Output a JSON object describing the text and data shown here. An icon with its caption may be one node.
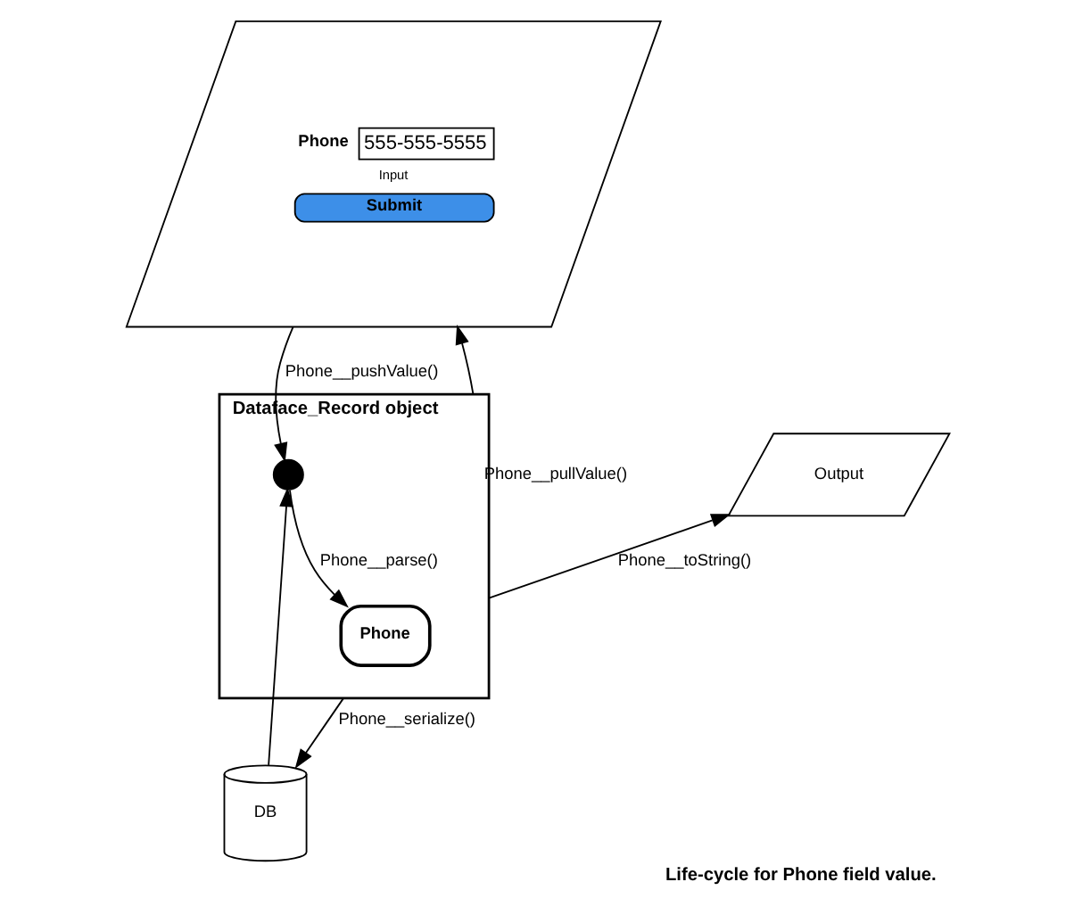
{
  "diagram": {
    "caption": "Life-cycle for Phone field value.",
    "nodes": [
      {
        "text": [
          "Phone",
          "555-555-5555",
          "Input",
          "Submit"
        ]
      },
      {
        "text": [
          "Output"
        ]
      },
      {
        "text": [
          "Dataface_Record object"
        ]
      },
      {
        "text": [
          "Phone"
        ],
        "in": 2
      },
      {
        "text": [],
        "shape": "circle",
        "in": 2
      },
      {
        "text": [
          "DB"
        ]
      }
    ],
    "edges": [
      {
        "from": 0,
        "to": 4,
        "arrow": "to",
        "label": "Phone__pushValue()"
      },
      {
        "from": 4,
        "to": 3,
        "arrow": "to",
        "label": "Phone__parse()"
      },
      {
        "from": 2,
        "to": 0,
        "arrow": "to",
        "label": "Phone__pullValue()"
      },
      {
        "from": 2,
        "to": 1,
        "arrow": "to",
        "label": "Phone__toString()"
      },
      {
        "from": 5,
        "to": 4,
        "arrow": "to"
      },
      {
        "from": 2,
        "to": 5,
        "arrow": "to",
        "label": "Phone__serialize()"
      }
    ]
  }
}
